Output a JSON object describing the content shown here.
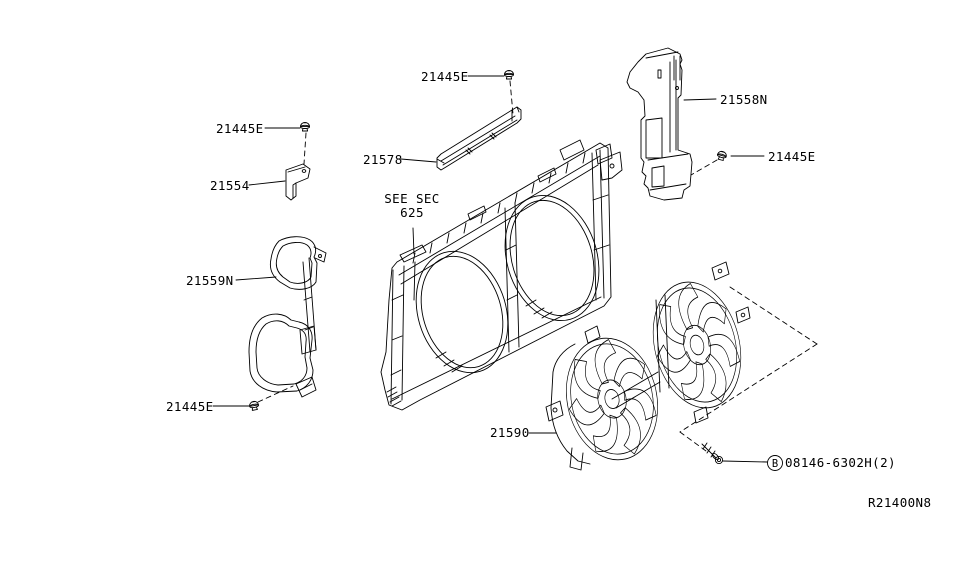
{
  "figure": {
    "background": "#ffffff",
    "line_color": "#000000",
    "ref_code": "R21400N8"
  },
  "callouts": {
    "clip_top_left": "21445E",
    "bracket": "21554",
    "clip_top_center": "21445E",
    "rail": "21578",
    "see_sec_line1": "SEE SEC",
    "see_sec_line2": "625",
    "duct_right": "21558N",
    "clip_right": "21445E",
    "duct_left": "21559N",
    "clip_bottom_left": "21445E",
    "fan_assembly": "21590",
    "bolt_letter": "B",
    "bolt_part": "08146-6302H(2)"
  }
}
